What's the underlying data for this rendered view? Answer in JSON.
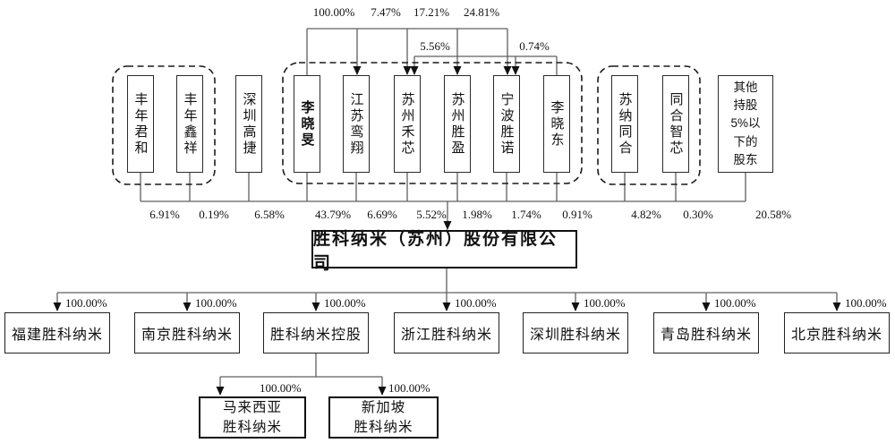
{
  "diagram_type": "equity-ownership-structure",
  "company": {
    "name": "胜科纳米（苏州）股份有限公司"
  },
  "upper_links": {
    "li_xiaomin": [
      {
        "pct": "100.00%",
        "target": "江苏鸾翔"
      },
      {
        "pct": "7.47%",
        "target": "苏州禾芯"
      },
      {
        "pct": "17.21%",
        "target": "苏州胜盈"
      },
      {
        "pct": "24.81%",
        "target": "宁波胜诺"
      }
    ],
    "li_xiaodong": [
      {
        "pct": "5.56%",
        "target": "苏州禾芯"
      },
      {
        "pct": "0.74%",
        "target": "宁波胜诺"
      }
    ]
  },
  "shareholders": [
    {
      "name": "丰年君和",
      "pct": "6.91%"
    },
    {
      "name": "丰年鑫祥",
      "pct": "0.19%"
    },
    {
      "name": "深圳高捷",
      "pct": "6.58%"
    },
    {
      "name": "李晓旻",
      "pct": "43.79%"
    },
    {
      "name": "江苏鸾翔",
      "pct": "6.69%"
    },
    {
      "name": "苏州禾芯",
      "pct": "5.52%"
    },
    {
      "name": "苏州胜盈",
      "pct": "1.98%"
    },
    {
      "name": "宁波胜诺",
      "pct": "1.74%"
    },
    {
      "name": "李晓东",
      "pct": "0.91%"
    },
    {
      "name": "苏纳同合",
      "pct": "4.82%"
    },
    {
      "name": "同合智芯",
      "pct": "0.30%"
    },
    {
      "name": "其他\n持股\n5%以\n下的\n股东",
      "pct": "20.58%"
    }
  ],
  "subsidiaries": [
    {
      "name": "福建胜科纳米",
      "pct": "100.00%"
    },
    {
      "name": "南京胜科纳米",
      "pct": "100.00%"
    },
    {
      "name": "胜科纳米控股",
      "pct": "100.00%"
    },
    {
      "name": "浙江胜科纳米",
      "pct": "100.00%"
    },
    {
      "name": "深圳胜科纳米",
      "pct": "100.00%"
    },
    {
      "name": "青岛胜科纳米",
      "pct": "100.00%"
    },
    {
      "name": "北京胜科纳米",
      "pct": "100.00%"
    }
  ],
  "holding_subsidiaries": [
    {
      "name": "马来西亚\n胜科纳米",
      "pct": "100.00%"
    },
    {
      "name": "新加坡\n胜科纳米",
      "pct": "100.00%"
    }
  ],
  "colors": {
    "line": "#5f5f5f",
    "border": "#2b2b2b",
    "arrow": "#111111",
    "background": "#ffffff"
  }
}
